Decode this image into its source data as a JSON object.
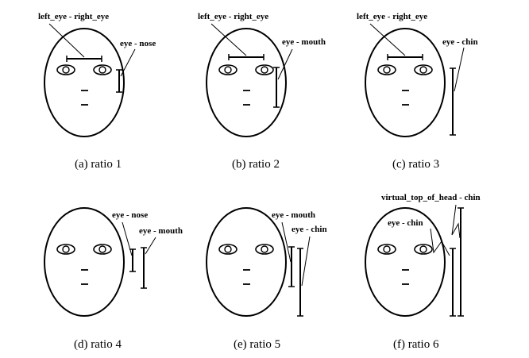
{
  "panels": [
    {
      "caption": "(a) ratio 1",
      "labels": [
        "left_eye - right_eye",
        "eye - nose"
      ]
    },
    {
      "caption": "(b) ratio 2",
      "labels": [
        "left_eye - right_eye",
        "eye - mouth"
      ]
    },
    {
      "caption": "(c) ratio 3",
      "labels": [
        "left_eye - right_eye",
        "eye - chin"
      ]
    },
    {
      "caption": "(d) ratio 4",
      "labels": [
        "eye - nose",
        "eye - mouth"
      ]
    },
    {
      "caption": "(e) ratio 5",
      "labels": [
        "eye - mouth",
        "eye - chin"
      ]
    },
    {
      "caption": "(f) ratio 6",
      "labels": [
        "virtual_top_of_head - chin",
        "eye - chin"
      ]
    }
  ]
}
